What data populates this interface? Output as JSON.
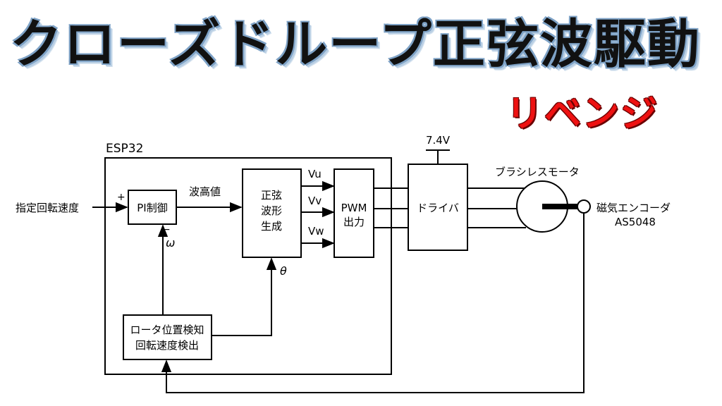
{
  "title": "クローズドループ正弦波駆動",
  "subtitle": "リベンジ",
  "colors": {
    "title_text": "#111111",
    "title_outline": "#7ea2c6",
    "subtitle_text": "#ee1111",
    "line": "#000000"
  },
  "diagram": {
    "mcu_label": "ESP32",
    "input_label": "指定回転速度",
    "plus_sign": "+",
    "minus_sign": "−",
    "pi_block": "PI制御",
    "omega_label": "ω",
    "amplitude_label": "波高値",
    "sine_block": [
      "正弦",
      "波形",
      "生成"
    ],
    "theta_label": "θ",
    "phase_labels": [
      "Vu",
      "Vv",
      "Vw"
    ],
    "pwm_block": [
      "PWM",
      "出力"
    ],
    "driver_block": "ドライバ",
    "supply_label": "7.4V",
    "motor_label": "ブラシレスモータ",
    "encoder_label": [
      "磁気エンコーダ",
      "AS5048"
    ],
    "detector_block": [
      "ロータ位置検知",
      "回転速度検出"
    ]
  }
}
